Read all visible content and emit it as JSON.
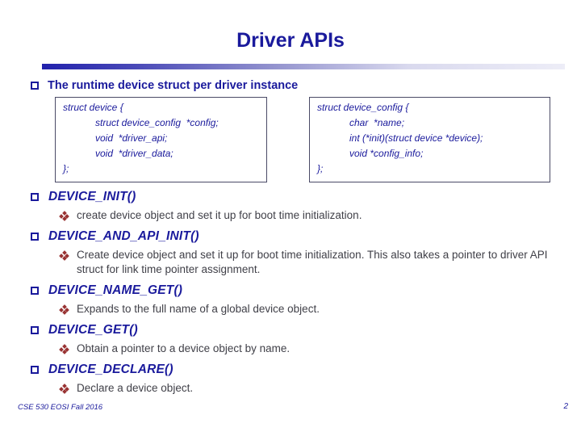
{
  "colors": {
    "navy": "#1a1a9c",
    "body": "#404048",
    "red": "#993333",
    "boxborder": "#4a4a66"
  },
  "slide": {
    "title": "Driver APIs",
    "intro_bullet": "The runtime device struct per driver instance",
    "code_boxes": [
      {
        "lines": [
          "struct device {",
          "            struct device_config  *config;",
          "            void  *driver_api;",
          "            void  *driver_data;",
          "};"
        ]
      },
      {
        "lines": [
          "struct device_config {",
          "            char  *name;",
          "            int (*init)(struct device *device);",
          "            void *config_info;",
          "};"
        ]
      }
    ],
    "sections": [
      {
        "heading": "DEVICE_INIT()",
        "desc": "create device object and set it up for boot time initialization."
      },
      {
        "heading": "DEVICE_AND_API_INIT()",
        "desc": "Create device object and set it up for boot time initialization. This also takes a pointer to driver API struct for link time pointer assignment."
      },
      {
        "heading": "DEVICE_NAME_GET()",
        "desc": "Expands to the full name of a global device object."
      },
      {
        "heading": "DEVICE_GET()",
        "desc": "Obtain a pointer to a device object by name."
      },
      {
        "heading": "DEVICE_DECLARE()",
        "desc": "Declare a device object."
      }
    ],
    "footer_left": "CSE 530 EOSI Fall 2016",
    "page_number": "2"
  }
}
